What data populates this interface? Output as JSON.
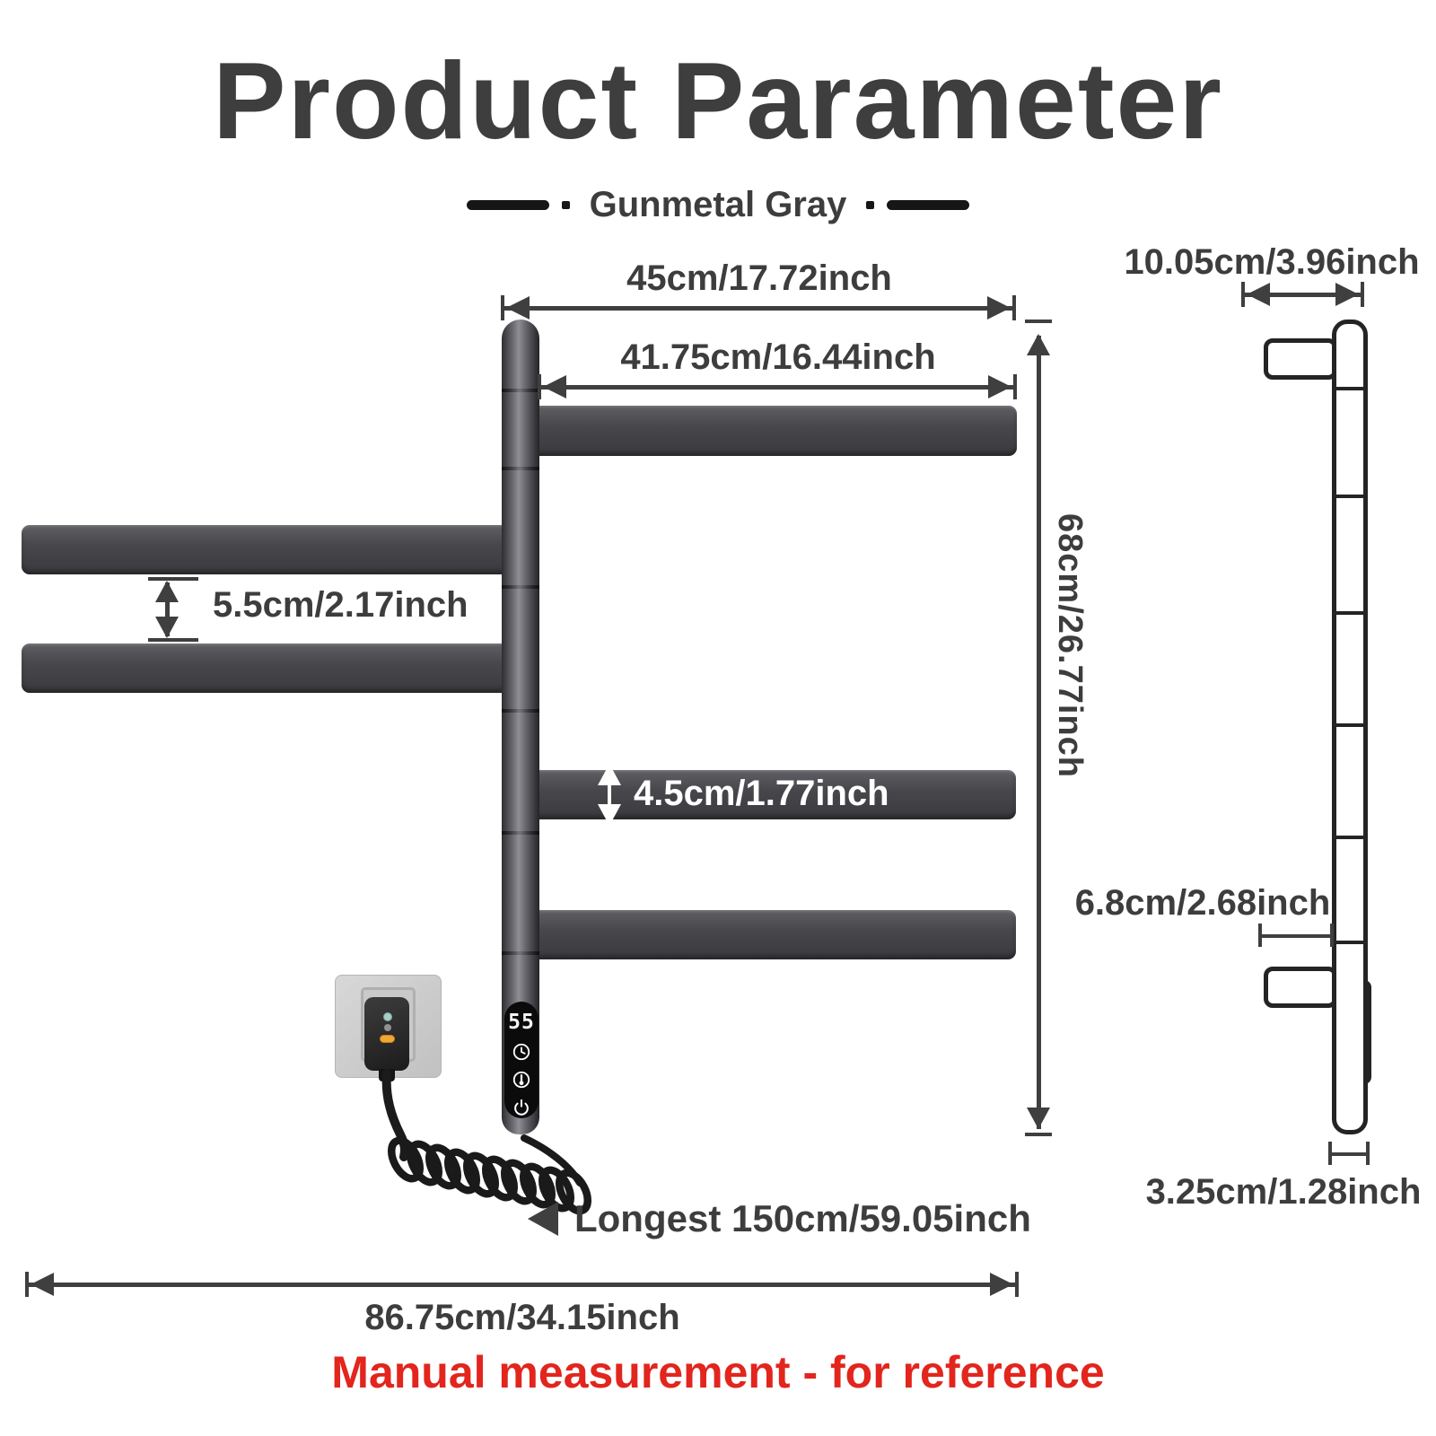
{
  "header": {
    "title": "Product Parameter",
    "subtitle": "Gunmetal Gray"
  },
  "front_view": {
    "dim_top_arm": "45cm/17.72inch",
    "dim_second_arm": "41.75cm/16.44inch",
    "dim_height": "68cm/26.77inch",
    "dim_left_arm_gap": "5.5cm/2.17inch",
    "dim_bar_width": "4.5cm/1.77inch",
    "dim_cable_length": "Longest 150cm/59.05inch",
    "dim_total_width": "86.75cm/34.15inch",
    "control_panel": {
      "display_value": "55",
      "icons": [
        "timer-icon",
        "temperature-icon",
        "power-icon"
      ]
    },
    "plug": {
      "icons": [
        "indicator-light-teal",
        "indicator-light-gray",
        "power-button-orange"
      ]
    }
  },
  "side_view": {
    "dim_depth": "10.05cm/3.96inch",
    "dim_bracket_height": "6.8cm/2.68inch",
    "dim_bar_thickness": "3.25cm/1.28inch"
  },
  "footer": {
    "note": "Manual measurement - for reference"
  },
  "colors": {
    "text": "#3d3d3d",
    "metal": "#48484c",
    "note_red": "#e2251d",
    "panel_black": "#0b0b0b",
    "plug_teal": "#a8ccc6",
    "plug_orange": "#f0a733"
  }
}
